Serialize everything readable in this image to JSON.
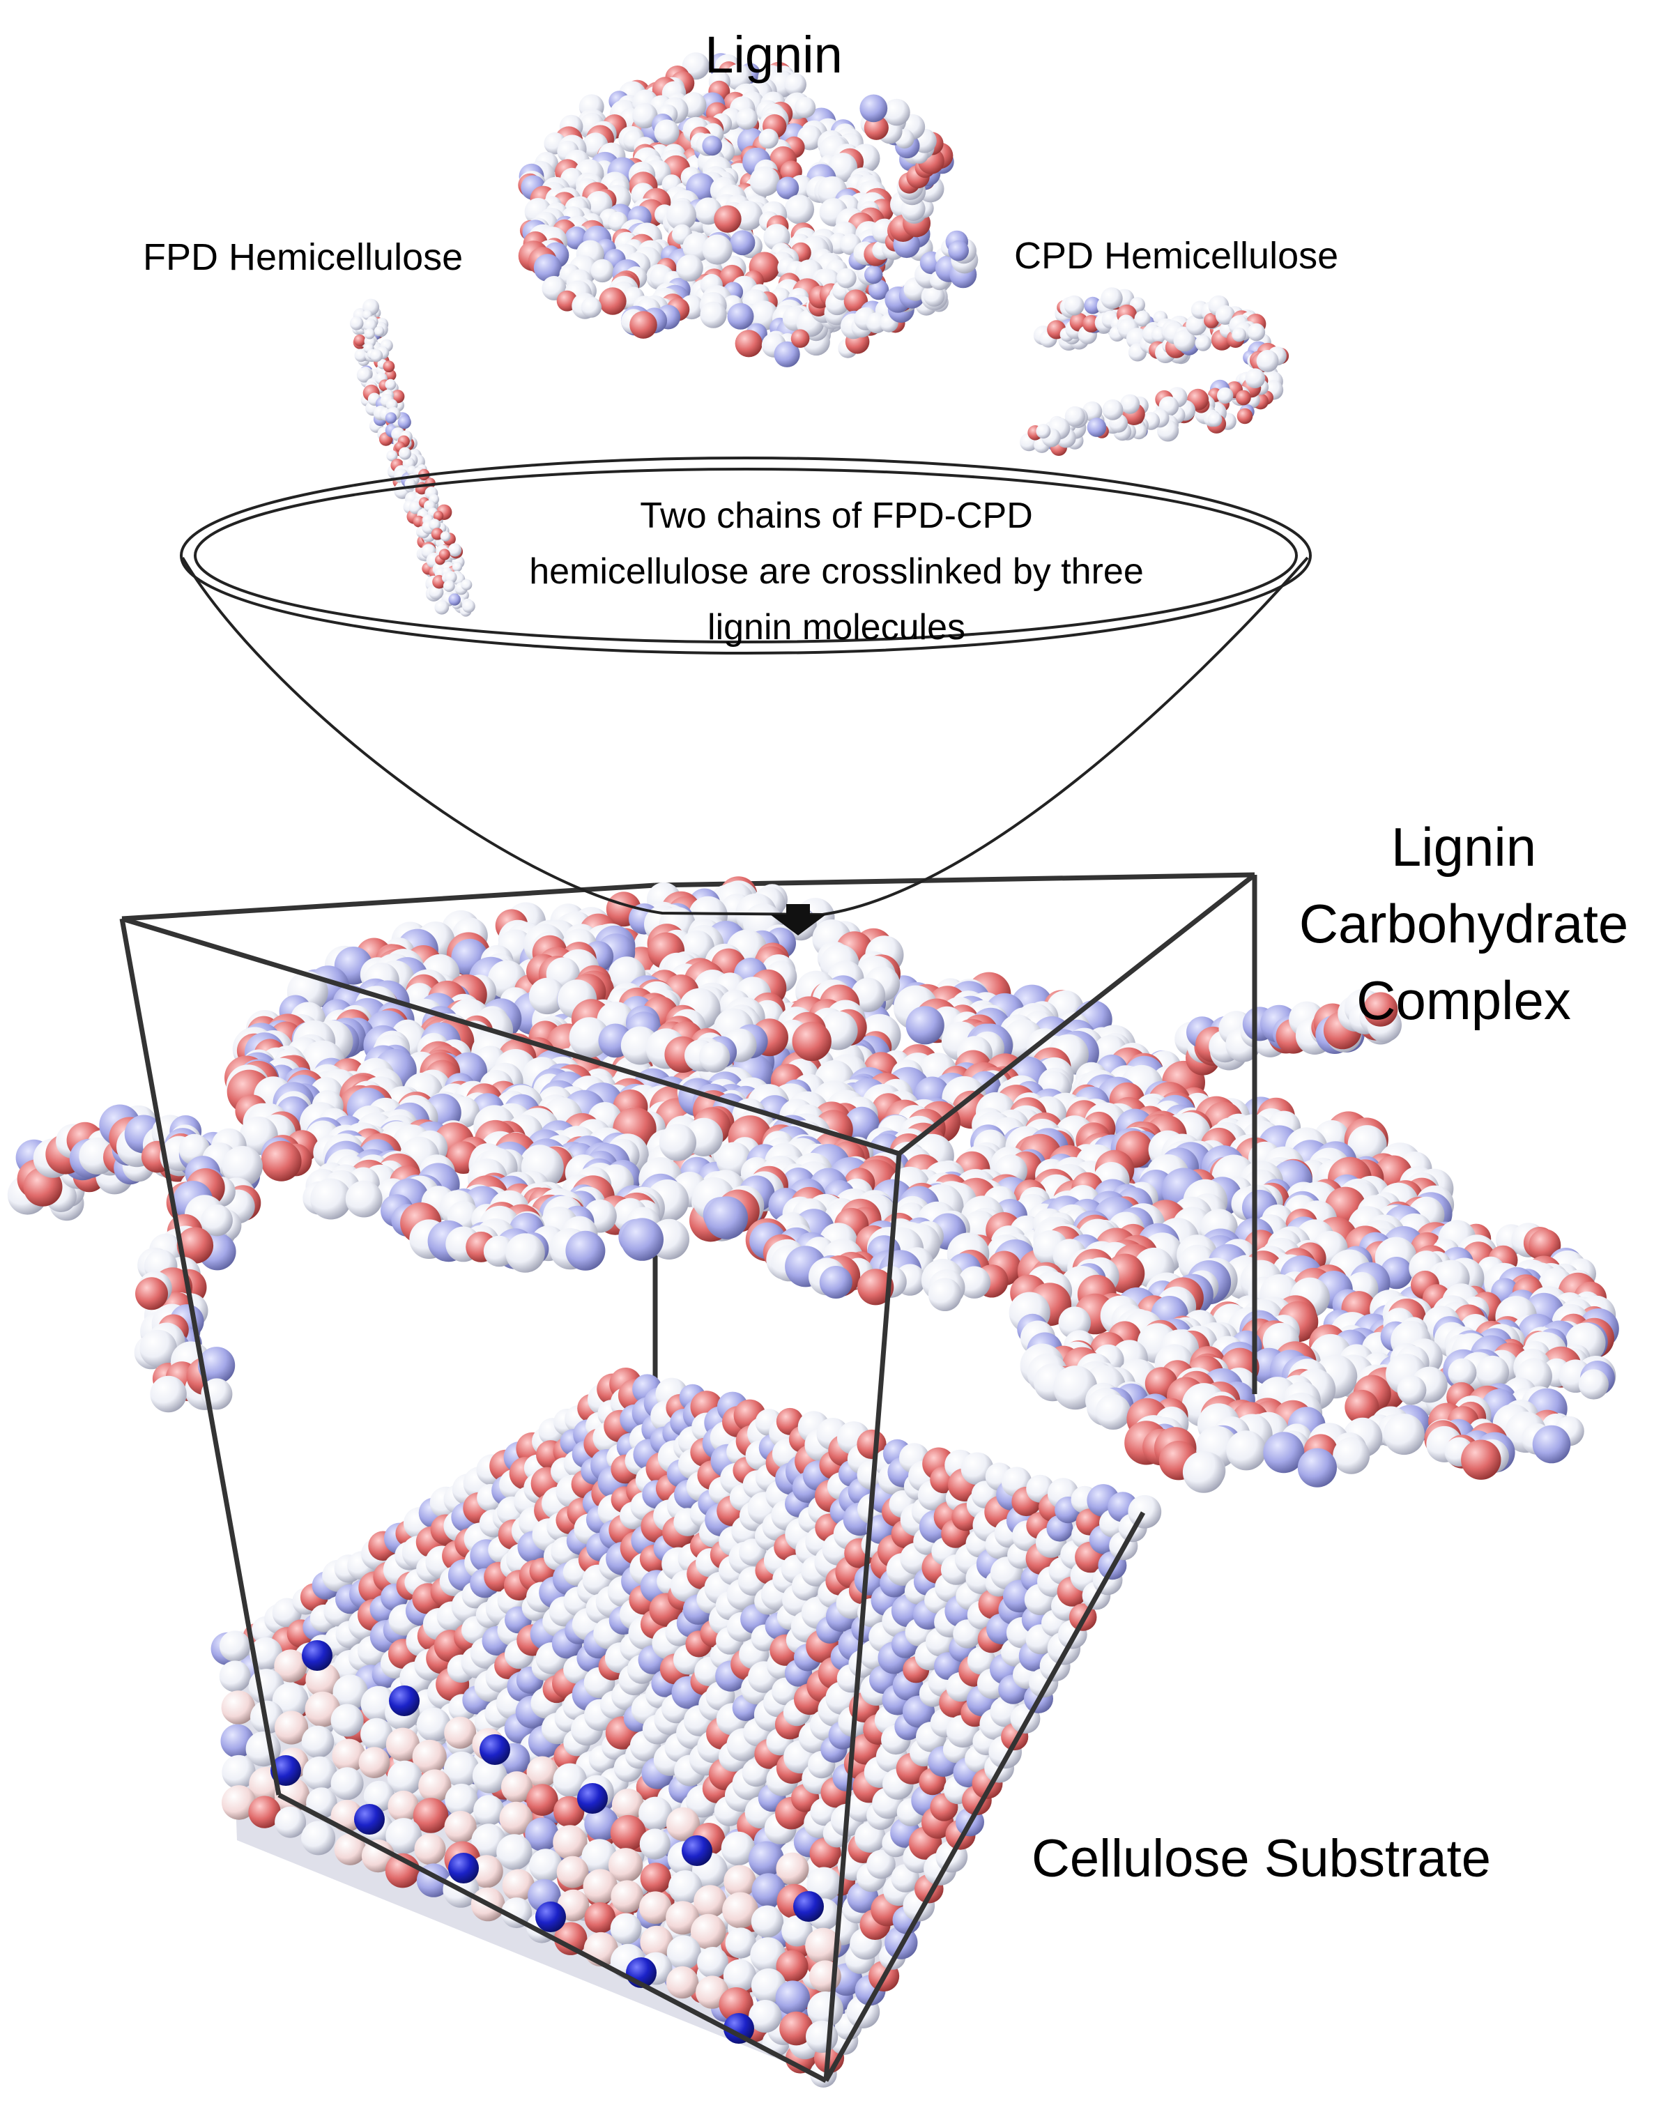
{
  "labels": {
    "lignin": "Lignin",
    "fpd_hemicellulose": "FPD Hemicellulose",
    "cpd_hemicellulose": "CPD Hemicellulose",
    "funnel_text": {
      "line1": "Two chains of FPD-CPD",
      "line2": "hemicellulose are crosslinked by three",
      "line3": "lignin molecules"
    },
    "complex": {
      "line1": "Lignin",
      "line2": "Carbohydrate",
      "line3": "Complex"
    },
    "substrate": "Cellulose Substrate"
  },
  "colors": {
    "oxygen": "#e06a6a",
    "hydrogen": "#f2f3f7",
    "carbon": "#9fa4e6",
    "nitrogen_marker": "#1b22c8",
    "outline": "#333333"
  }
}
